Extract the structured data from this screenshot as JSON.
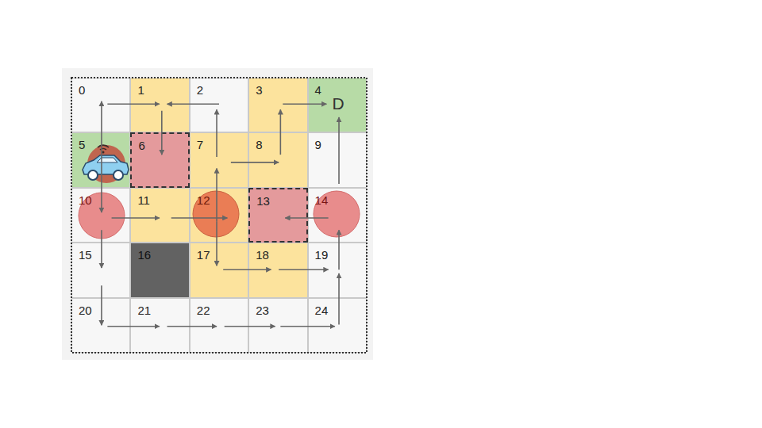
{
  "diagram": {
    "nodes": [
      {
        "text": [
          "0"
        ]
      },
      {
        "text": [
          "1"
        ]
      },
      {
        "text": [
          "2"
        ]
      },
      {
        "text": [
          "3"
        ]
      },
      {
        "text": [
          "4",
          "D"
        ]
      },
      {
        "text": [
          "5"
        ]
      },
      {
        "text": [
          "6"
        ]
      },
      {
        "text": [
          "7"
        ]
      },
      {
        "text": [
          "8"
        ]
      },
      {
        "text": [
          "9"
        ]
      },
      {
        "text": [
          "10"
        ]
      },
      {
        "text": [
          "11"
        ]
      },
      {
        "text": [
          "12"
        ]
      },
      {
        "text": [
          "13"
        ]
      },
      {
        "text": [
          "14"
        ]
      },
      {
        "text": [
          "15"
        ]
      },
      {
        "text": [
          "16"
        ]
      },
      {
        "text": [
          "17"
        ]
      },
      {
        "text": [
          "18"
        ]
      },
      {
        "text": [
          "19"
        ]
      },
      {
        "text": [
          "20"
        ]
      },
      {
        "text": [
          "21"
        ]
      },
      {
        "text": [
          "22"
        ]
      },
      {
        "text": [
          "23"
        ]
      },
      {
        "text": [
          "24"
        ]
      }
    ],
    "edges": [
      {
        "from": 0,
        "to": 1,
        "arrow": "to"
      },
      {
        "from": 2,
        "to": 1,
        "arrow": "to"
      },
      {
        "from": 3,
        "to": 4,
        "arrow": "to"
      },
      {
        "from": 1,
        "to": 6,
        "arrow": "to"
      },
      {
        "from": 5,
        "to": 0,
        "arrow": "to"
      },
      {
        "from": 5,
        "to": 10,
        "arrow": "to"
      },
      {
        "from": 7,
        "to": 2,
        "arrow": "to"
      },
      {
        "from": 7,
        "to": 8,
        "arrow": "to"
      },
      {
        "from": 8,
        "to": 3,
        "arrow": "to"
      },
      {
        "from": 9,
        "to": 4,
        "arrow": "to"
      },
      {
        "from": 10,
        "to": 11,
        "arrow": "to"
      },
      {
        "from": 11,
        "to": 12,
        "arrow": "to"
      },
      {
        "from": 12,
        "to": 7,
        "arrow": "to"
      },
      {
        "from": 12,
        "to": 17,
        "arrow": "to"
      },
      {
        "from": 14,
        "to": 13,
        "arrow": "to"
      },
      {
        "from": 10,
        "to": 15,
        "arrow": "to"
      },
      {
        "from": 15,
        "to": 20,
        "arrow": "to"
      },
      {
        "from": 17,
        "to": 18,
        "arrow": "to"
      },
      {
        "from": 18,
        "to": 19,
        "arrow": "to"
      },
      {
        "from": 19,
        "to": 14,
        "arrow": "to"
      },
      {
        "from": 20,
        "to": 21,
        "arrow": "to"
      },
      {
        "from": 21,
        "to": 22,
        "arrow": "to"
      },
      {
        "from": 22,
        "to": 23,
        "arrow": "to"
      },
      {
        "from": 23,
        "to": 24,
        "arrow": "to"
      },
      {
        "from": 24,
        "to": 19,
        "arrow": "to"
      }
    ]
  }
}
